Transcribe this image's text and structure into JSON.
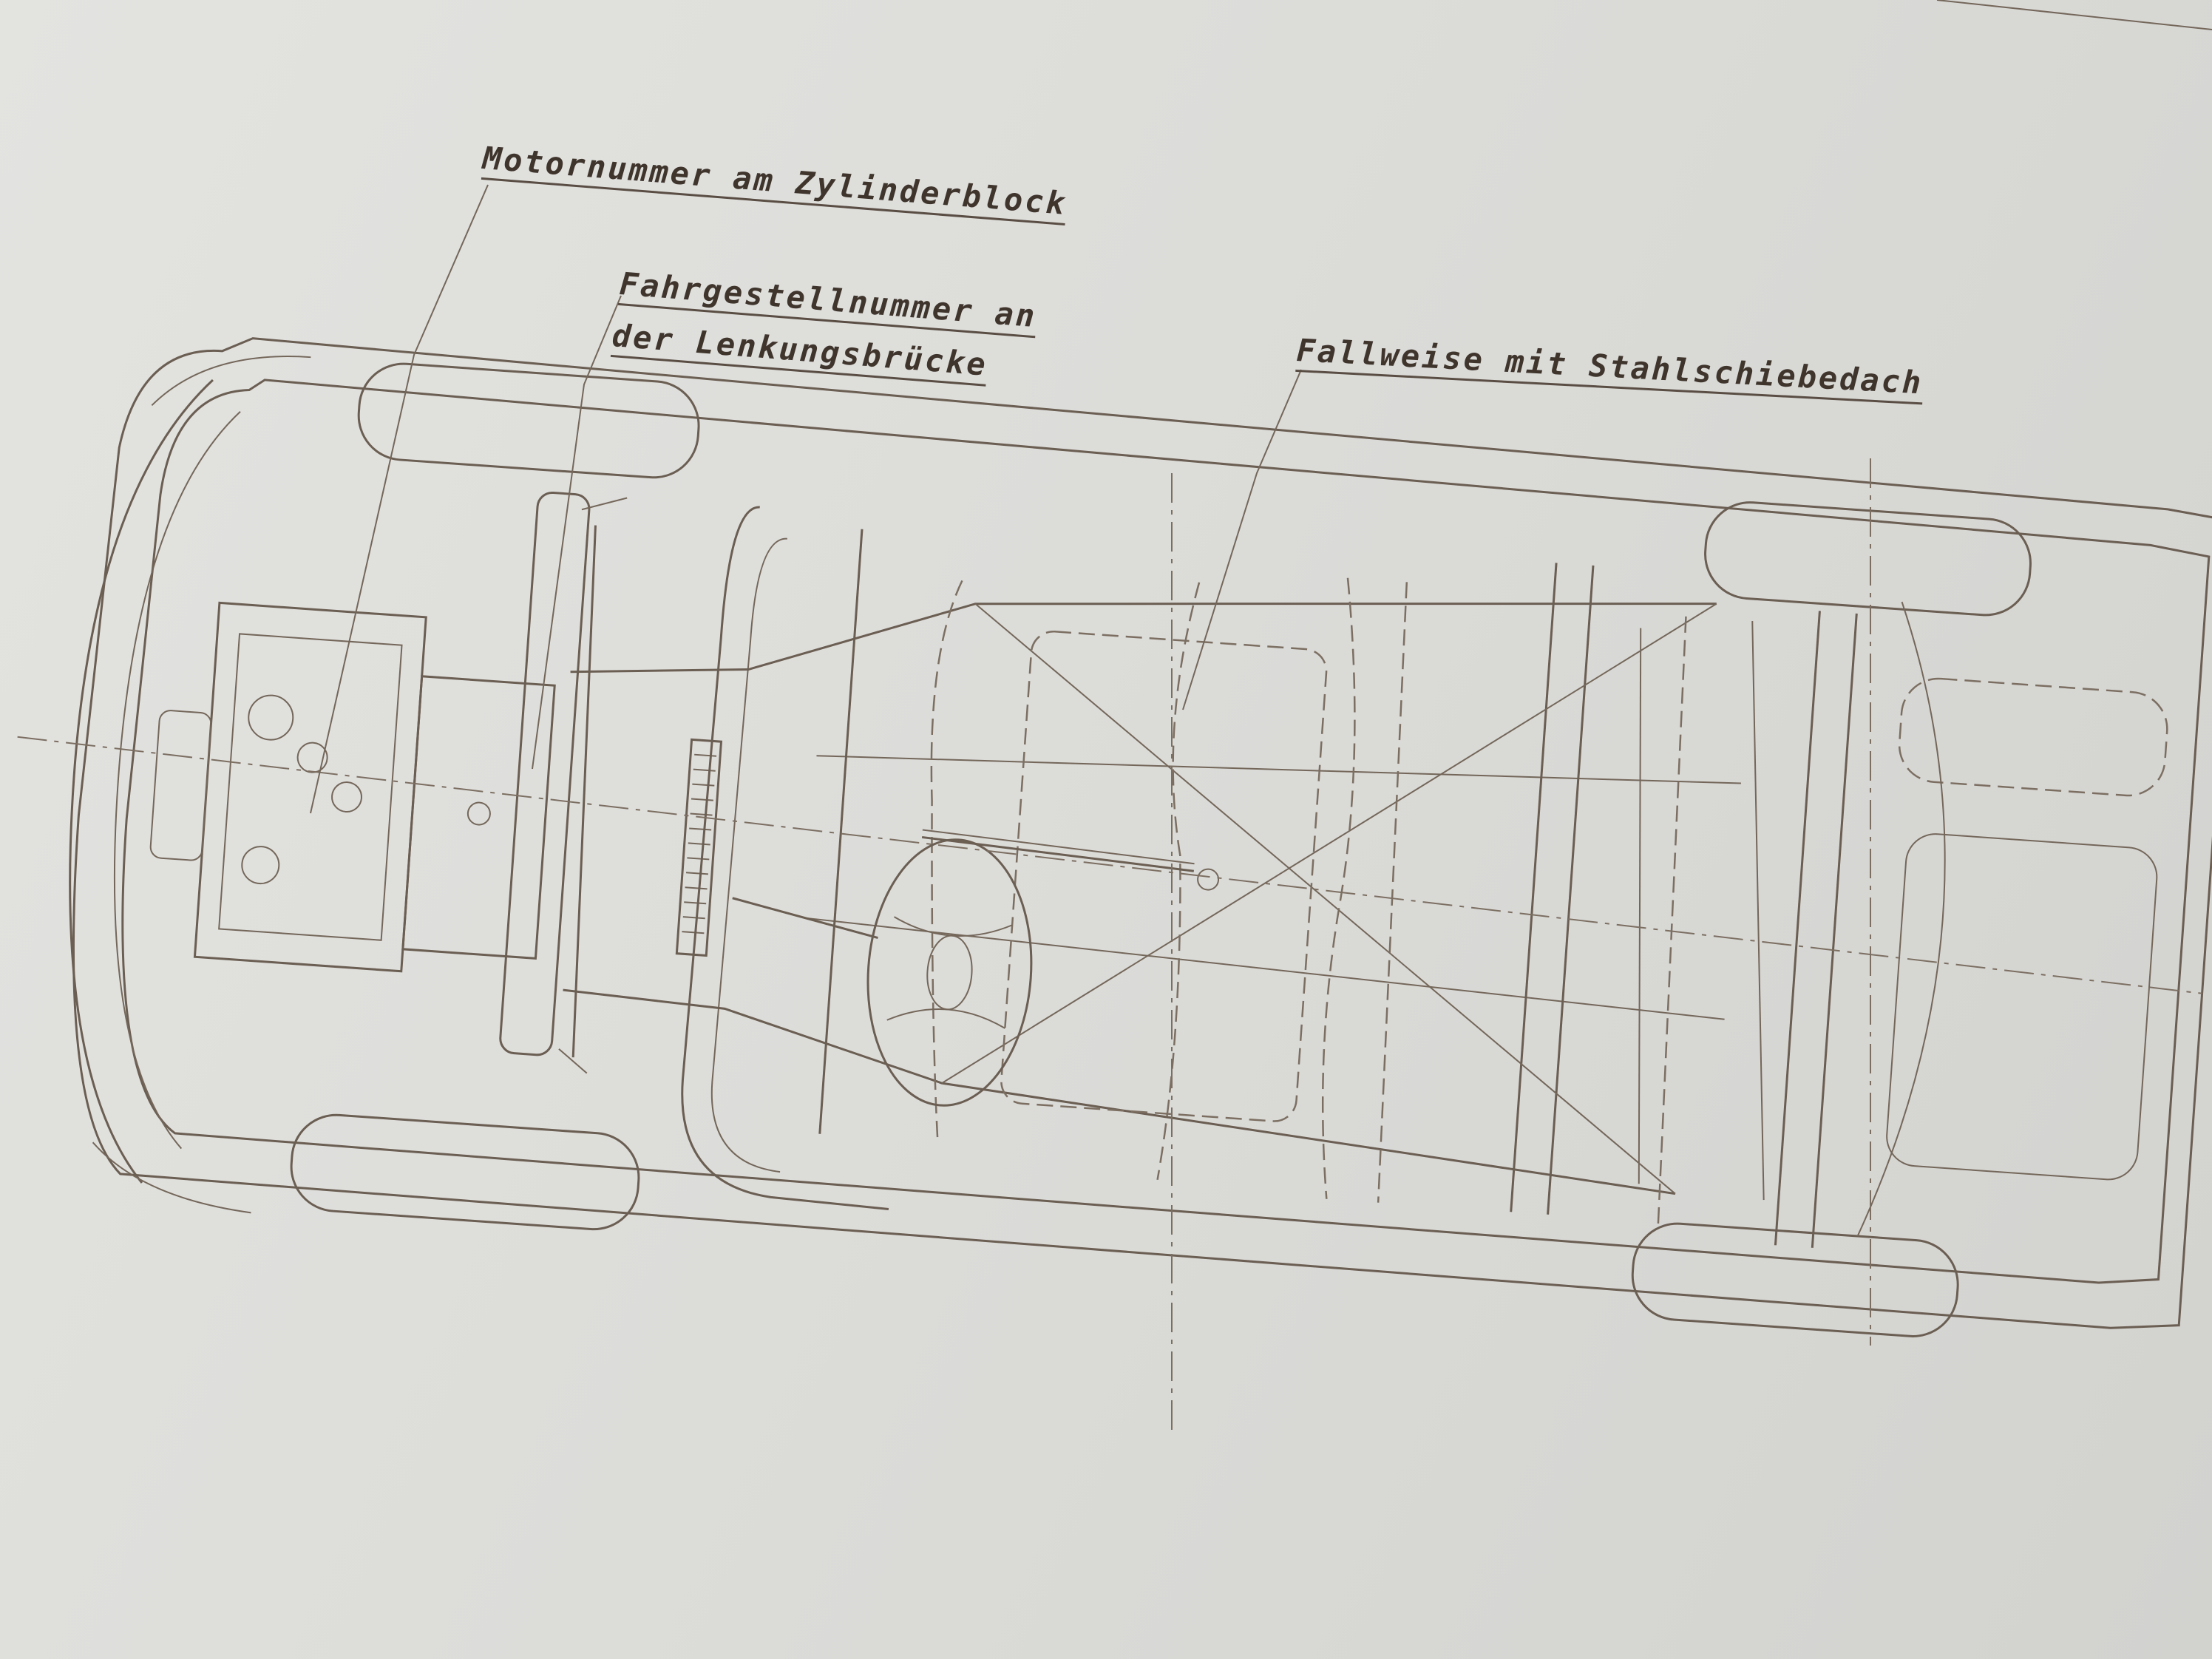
{
  "labels": {
    "engine_number": "Motornummer am Zylinderblock",
    "chassis_number_line1": "Fahrgestellnummer an",
    "chassis_number_line2": "der Lenkungsbrücke",
    "sunroof": "Fallweise mit Stahlschiebedach"
  },
  "colors": {
    "ink": "#6b5e52",
    "paper": "#dcdcd9",
    "label_text": "#3f352d"
  }
}
